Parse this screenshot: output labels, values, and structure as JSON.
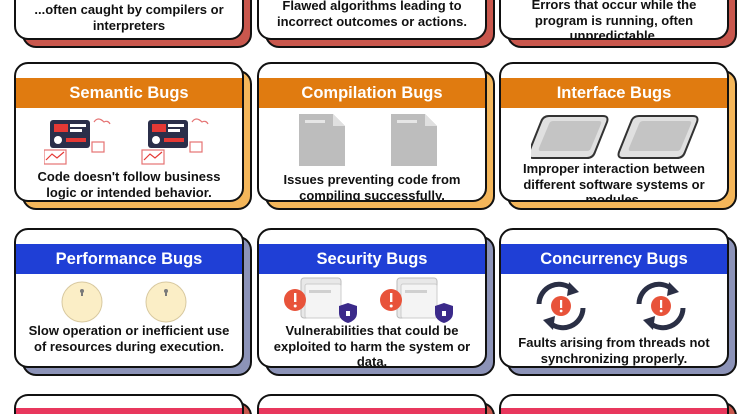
{
  "colors": {
    "orange": "#e07b10",
    "orange_shadow": "#f4b65a",
    "blue": "#1f3fd6",
    "blue_shadow": "#8c93b8",
    "red_shadow": "#c9574d",
    "pink": "#e8375d"
  },
  "top_row": [
    {
      "text": "...often caught by compilers or interpreters"
    },
    {
      "text": "Flawed algorithms leading to incorrect outcomes or actions."
    },
    {
      "text": "Errors that occur while the program is running, often unpredictable."
    }
  ],
  "cards": [
    {
      "title": "Semantic Bugs",
      "desc": "Code doesn't follow business logic or intended behavior.",
      "icon": "dashboard-chart-icon"
    },
    {
      "title": "Compilation Bugs",
      "desc": "Issues preventing code from compiling successfully.",
      "icon": "document-icon"
    },
    {
      "title": "Interface Bugs",
      "desc": "Improper interaction between different software systems or modules.",
      "icon": "screen-panel-icon"
    },
    {
      "title": "Performance Bugs",
      "desc": "Slow operation or inefficient use of resources during execution.",
      "icon": "gauge-icon"
    },
    {
      "title": "Security Bugs",
      "desc": "Vulnerabilities that could be exploited to harm the system or data.",
      "icon": "warning-shield-icon"
    },
    {
      "title": "Concurrency Bugs",
      "desc": "Faults arising from threads not synchronizing properly.",
      "icon": "sync-warning-icon"
    }
  ]
}
